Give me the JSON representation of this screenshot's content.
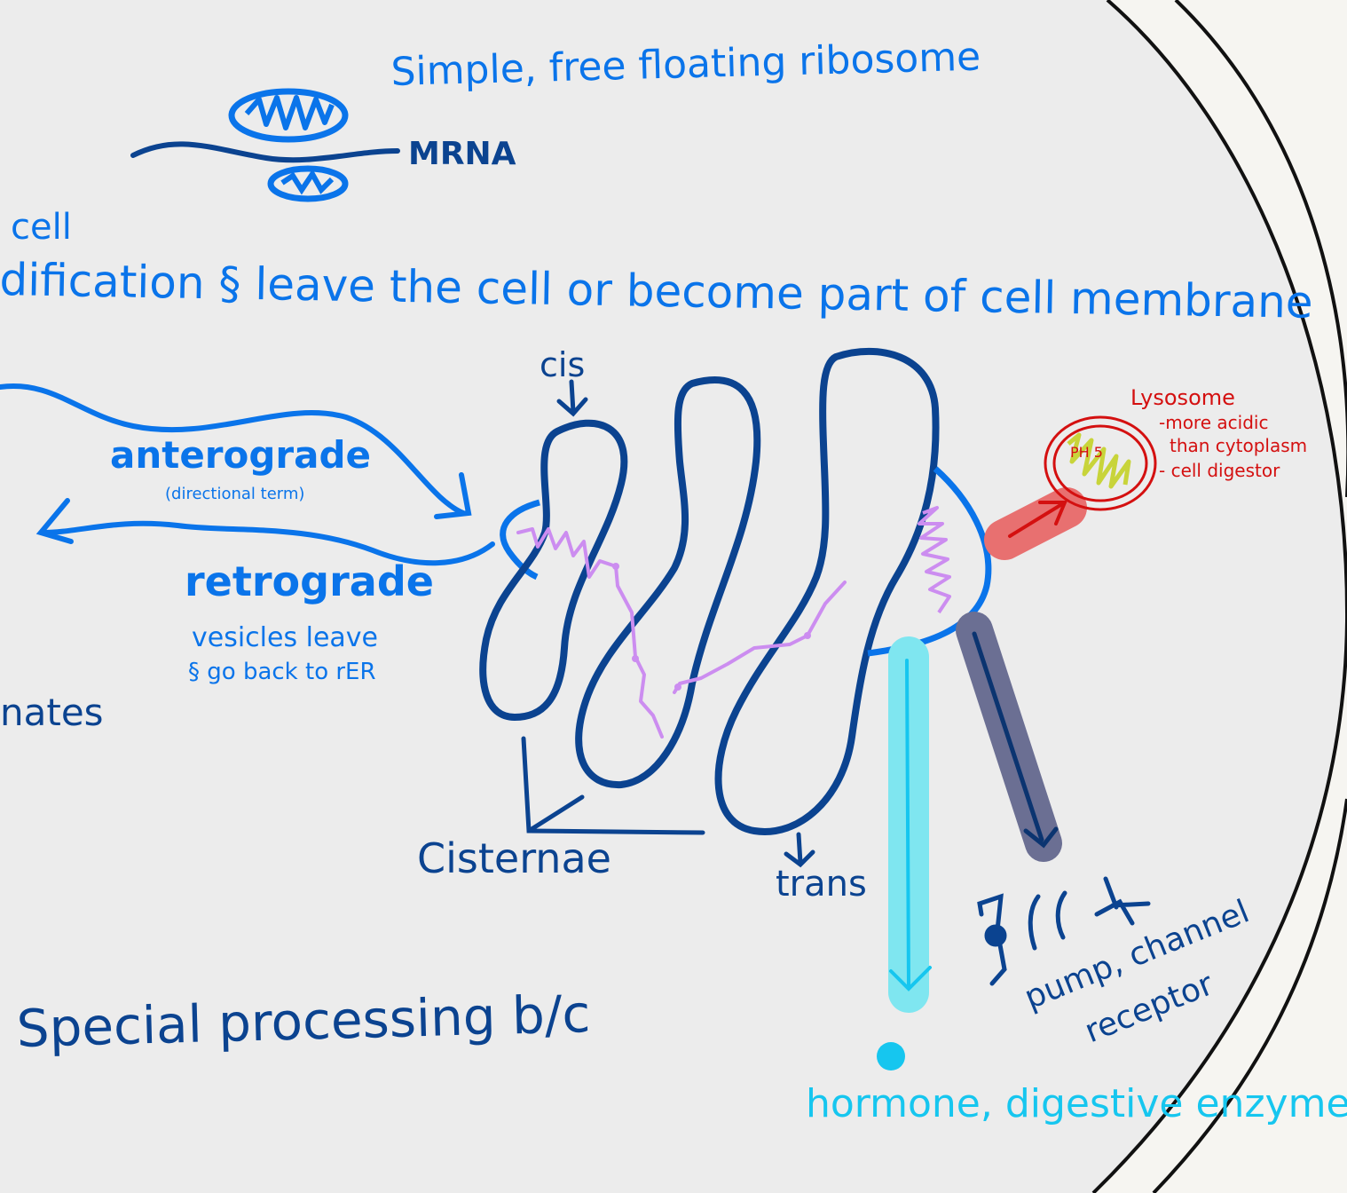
{
  "colors": {
    "background": "#ececec",
    "outer": "#f6f5f1",
    "navy": "#0b4390",
    "blue": "#0a74ea",
    "purple": "#cc8df0",
    "red": "#d41010",
    "cyan": "#16c6ef",
    "slate": "#5c6187"
  },
  "icons": {
    "pump": "pump-icon",
    "channel": "channel-icon",
    "receptor": "receptor-icon"
  },
  "labels": {
    "ribosome": "Simple, free floating ribosome",
    "mrna": "MRNA",
    "cell_fragment": "cell",
    "modification": "dification ",
    "and_symbol": "§",
    "leave_cell": "leave the cell or become part of cell membrane",
    "cis": "cis",
    "anterograde": "anterograde",
    "directional": "(directional term)",
    "retrograde": "retrograde",
    "vesicles_1": "vesicles leave",
    "vesicles_2": "§ go back to rER",
    "nates": "nates",
    "cisternae": "Cisternae",
    "trans": "trans",
    "lysosome": "Lysosome",
    "lyso_1": "-more acidic",
    "lyso_2": "than cytoplasm",
    "lyso_3": "- cell digestor",
    "ph": "PH 5",
    "pump_channel": "pump, channel",
    "receptor": "receptor",
    "special": "Special processing b/c",
    "hormone": "hormone, digestive enzymes"
  }
}
